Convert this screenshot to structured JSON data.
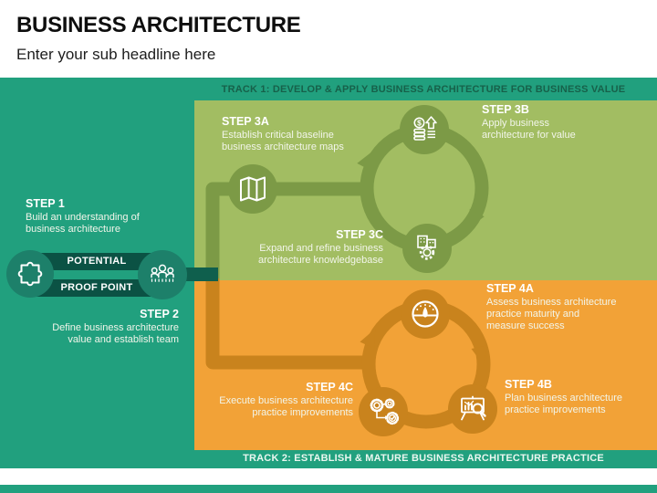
{
  "header": {
    "title": "BUSINESS ARCHITECTURE",
    "subtitle": "Enter your sub headline here"
  },
  "tracks": {
    "track1_label": "TRACK 1: DEVELOP & APPLY BUSINESS ARCHITECTURE FOR BUSINESS VALUE",
    "track2_label": "TRACK 2: ESTABLISH & MATURE BUSINESS ARCHITECTURE PRACTICE"
  },
  "intro_flow": {
    "step1": {
      "title": "STEP 1",
      "desc": "Build an understanding of\nbusiness architecture"
    },
    "step2": {
      "title": "STEP 2",
      "desc": "Define business architecture\nvalue and establish team"
    },
    "potential_label": "POTENTIAL",
    "proof_point_label": "PROOF POINT",
    "icons": {
      "left_circle": "puzzle-icon",
      "right_circle": "team-icon"
    }
  },
  "track1_loop": {
    "step3a": {
      "title": "STEP 3A",
      "desc": "Establish critical baseline\nbusiness architecture maps",
      "icon": "folded-map-icon"
    },
    "step3b": {
      "title": "STEP 3B",
      "desc": "Apply business\narchitecture for value",
      "icon": "money-growth-icon"
    },
    "step3c": {
      "title": "STEP 3C",
      "desc": "Expand and refine business\narchitecture knowledgebase",
      "icon": "building-gear-icon"
    }
  },
  "track2_loop": {
    "step4a": {
      "title": "STEP 4A",
      "desc": "Assess business architecture\npractice maturity and\nmeasure success",
      "icon": "gauge-icon"
    },
    "step4b": {
      "title": "STEP 4B",
      "desc": "Plan business architecture\npractice improvements",
      "icon": "chart-magnifier-icon"
    },
    "step4c": {
      "title": "STEP 4C",
      "desc": "Execute business architecture\npractice improvements",
      "icon": "gears-process-icon"
    }
  },
  "glyphs": {
    "dollar": "$"
  },
  "colors": {
    "teal_bg": "#21A07E",
    "teal_band_dark": "#0B5244",
    "teal_circle": "#1D806A",
    "green_panel": "#A2BD62",
    "green_dark": "#7C9A46",
    "orange_panel": "#F2A237",
    "orange_dark": "#C9831D",
    "track1_text": "#17614A",
    "track2_text": "#EAF7F0",
    "title_text": "#0E0E0E"
  }
}
